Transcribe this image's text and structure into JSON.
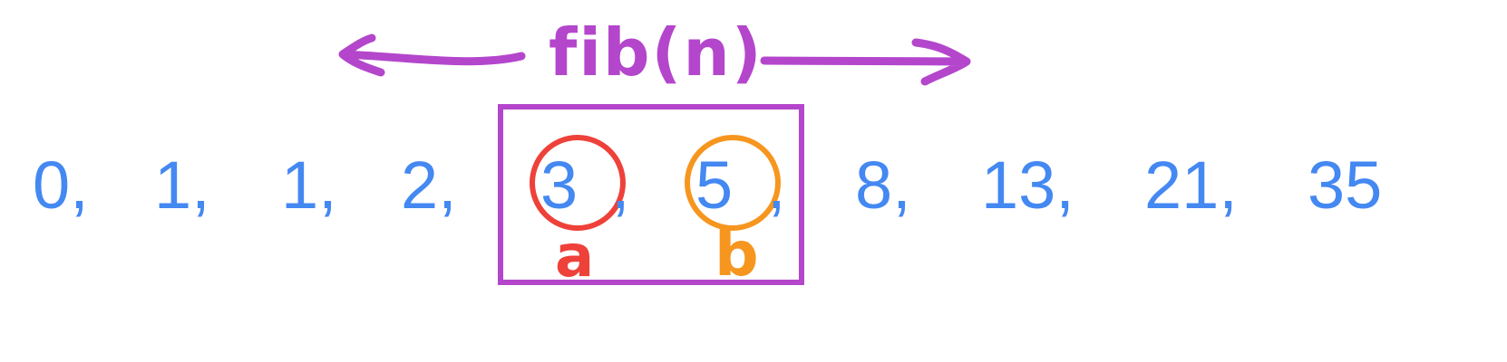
{
  "title": "fib(n)",
  "sequence": [
    "0,",
    "1,",
    "1,",
    "2,",
    "3",
    ",",
    "5",
    ",",
    "8,",
    "13,",
    "21,",
    "35"
  ],
  "labels": {
    "a": "a",
    "b": "b"
  },
  "colors": {
    "numbers": "#4488f2",
    "window": "#b446cc",
    "a": "#ee4139",
    "b": "#f6961f"
  }
}
